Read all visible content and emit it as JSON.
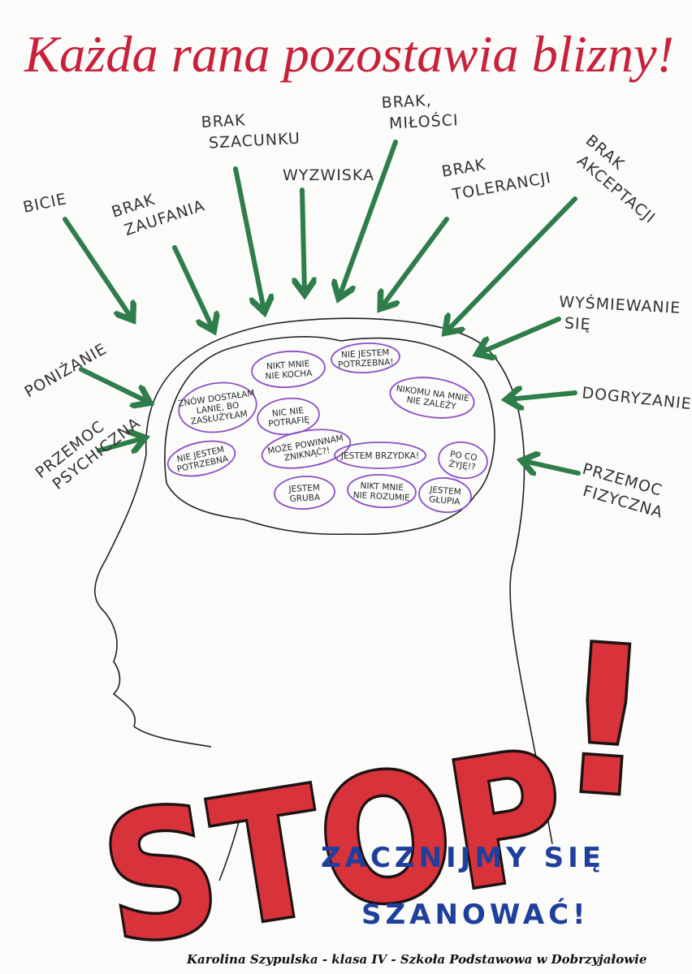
{
  "title": "Każda rana pozostawia blizny!",
  "outer_words": [
    {
      "lines": [
        "BICIE"
      ]
    },
    {
      "lines": [
        "BRAK",
        "ZAUFANIA"
      ]
    },
    {
      "lines": [
        "BRAK",
        "SZACUNKU"
      ]
    },
    {
      "lines": [
        "WYZWISKA"
      ]
    },
    {
      "lines": [
        "BRAK,",
        "MIŁOŚCI"
      ]
    },
    {
      "lines": [
        "BRAK",
        "TOLERANCJI"
      ]
    },
    {
      "lines": [
        "BRAK",
        "AKCEPTACJI"
      ]
    },
    {
      "lines": [
        "WYŚMIEWANIE",
        "SIĘ"
      ]
    },
    {
      "lines": [
        "DOGRYZANIE"
      ]
    },
    {
      "lines": [
        "PRZEMOC",
        "FIZYCZNA"
      ]
    },
    {
      "lines": [
        "PONIŻANIE"
      ]
    },
    {
      "lines": [
        "PRZEMOC",
        "PSYCHICZNA"
      ]
    }
  ],
  "thoughts": [
    {
      "lines": [
        "NIKT MNIE",
        "NIE KOCHA"
      ]
    },
    {
      "lines": [
        "NIE JESTEM",
        "POTRZEBNA!"
      ]
    },
    {
      "lines": [
        "ZNÓW DOSTAŁAM",
        "LANIE, BO",
        "ZASŁUŻYŁAM"
      ]
    },
    {
      "lines": [
        "NIKOMU NA MNIE",
        "NIE ZALEŻY"
      ]
    },
    {
      "lines": [
        "NIC NIE",
        "POTRAFIĘ"
      ]
    },
    {
      "lines": [
        "NIE JESTEM",
        "POTRZEBNA"
      ]
    },
    {
      "lines": [
        "MOŻE POWINNAM",
        "ZNIKNĄĆ?!"
      ]
    },
    {
      "lines": [
        "JESTEM BRZYDKA!"
      ]
    },
    {
      "lines": [
        "PO CO",
        "ŻYJĘ!?"
      ]
    },
    {
      "lines": [
        "JESTEM",
        "GRUBA"
      ]
    },
    {
      "lines": [
        "NIKT MNIE",
        "NIE ROZUMIE"
      ]
    },
    {
      "lines": [
        "JESTEM",
        "GŁUPIA"
      ]
    }
  ],
  "stop": {
    "text": "STOP",
    "mark": "!"
  },
  "slogan": {
    "line1": "ZACZNIJMY SIĘ",
    "line2": "SZANOWAĆ!"
  },
  "credit": "Karolina Szypulska - klasa IV - Szkoła Podstawowa w Dobrzyjałowie",
  "colors": {
    "title": "#c8213a",
    "arrows": "#2e7d4a",
    "bubbles": "#8b4fc4",
    "stop": "#d8323a",
    "slogan": "#1f3f9c"
  }
}
